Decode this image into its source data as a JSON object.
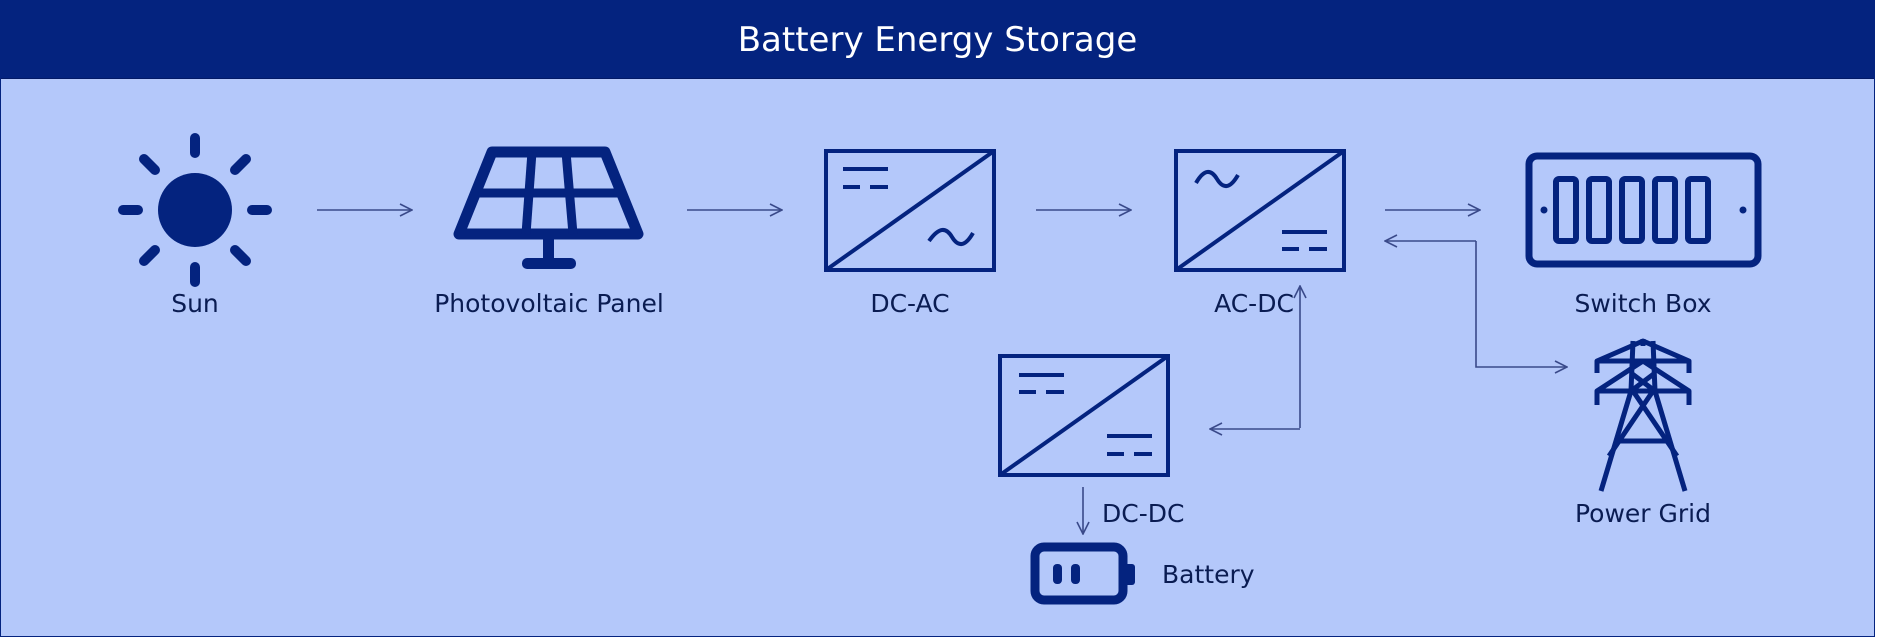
{
  "title": "Battery Energy Storage",
  "nodes": {
    "sun": "Sun",
    "pv_panel": "Photovoltaic Panel",
    "dc_ac": "DC-AC",
    "ac_dc": "AC-DC",
    "switch_box": "Switch Box",
    "dc_dc": "DC-DC",
    "power_grid": "Power Grid",
    "battery": "Battery"
  },
  "colors": {
    "header": "#04237f",
    "background": "#b4c8fa",
    "icon": "#04237f",
    "arrow": "#3a4a8a"
  },
  "icons": {
    "sun": "sun-icon",
    "pv_panel": "solar-panel-icon",
    "dc_ac": "inverter-icon",
    "ac_dc": "rectifier-icon",
    "switch_box": "switch-box-icon",
    "dc_dc": "dc-converter-icon",
    "power_grid": "transmission-tower-icon",
    "battery": "battery-icon"
  }
}
